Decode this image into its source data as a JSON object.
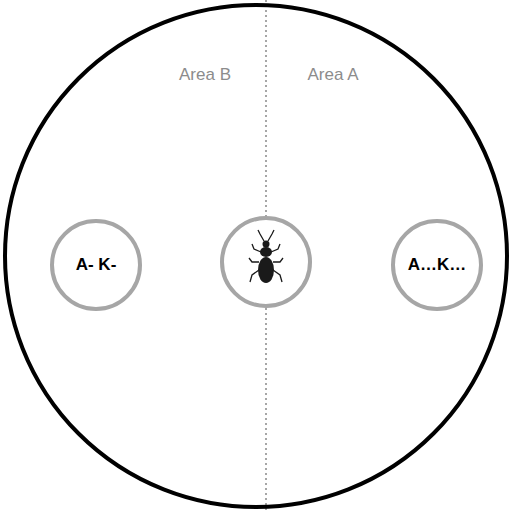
{
  "diagram": {
    "nodes": [
      {
        "text": [
          "A- K-"
        ]
      },
      {
        "text": [
          "A…K…"
        ]
      }
    ],
    "labels": [
      "Area B",
      "Area A"
    ]
  }
}
